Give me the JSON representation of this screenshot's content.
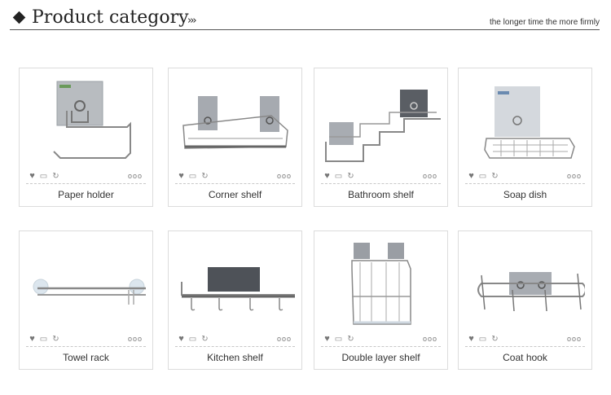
{
  "header": {
    "title": "Product category",
    "arrows": "›››",
    "slogan": "the longer time the more firmly"
  },
  "icons": {
    "heart": "heart-icon",
    "message": "message-icon",
    "share": "share-icon",
    "more": "more-icon"
  },
  "more_text": "ooo",
  "products": [
    {
      "name": "Paper holder"
    },
    {
      "name": "Corner shelf"
    },
    {
      "name": "Bathroom shelf"
    },
    {
      "name": "Soap dish"
    },
    {
      "name": "Towel rack"
    },
    {
      "name": "Kitchen shelf"
    },
    {
      "name": "Double layer shelf"
    },
    {
      "name": "Coat hook"
    }
  ]
}
